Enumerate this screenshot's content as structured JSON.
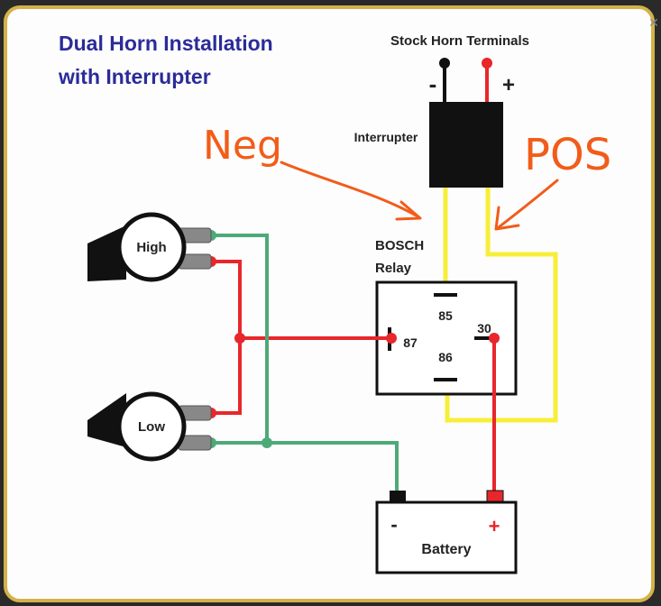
{
  "title_line1": "Dual Horn Installation",
  "title_line2": "with Interrupter",
  "stock_horn_terminals": "Stock Horn Terminals",
  "terminal_neg_sign": "-",
  "terminal_pos_sign": "+",
  "interrupter_label": "Interrupter",
  "relay_label_line1": "BOSCH",
  "relay_label_line2": "Relay",
  "pin_85": "85",
  "pin_86": "86",
  "pin_87": "87",
  "pin_30": "30",
  "horn_high_label": "High",
  "horn_low_label": "Low",
  "battery_label": "Battery",
  "battery_neg_sign": "-",
  "battery_pos_sign": "+",
  "annotation_neg": "Neg",
  "annotation_pos": "POS",
  "close_glyph": "✕",
  "colors": {
    "frame_border": "#d4b24a",
    "background": "#fdfdfd",
    "title": "#2b2b9a",
    "wire_red": "#e8262b",
    "wire_green": "#4daa78",
    "wire_yellow": "#f7ee3a",
    "annotation": "#f25c19",
    "component": "#111111"
  }
}
